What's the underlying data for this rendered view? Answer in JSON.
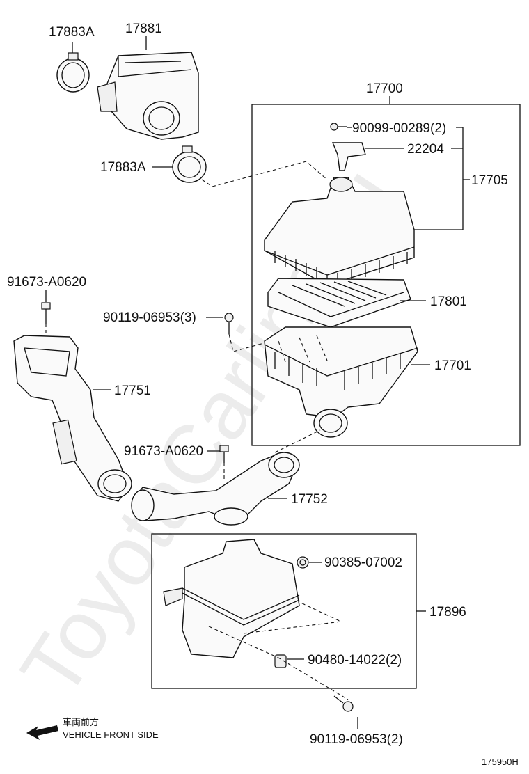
{
  "watermark": "ToyotaCarline.ru",
  "diagram_id": "175950H",
  "direction": {
    "jp": "車両前方",
    "en": "VEHICLE FRONT SIDE"
  },
  "labels": {
    "p17883A_top": "17883A",
    "p17881": "17881",
    "p17883A_mid": "17883A",
    "p17700": "17700",
    "p90099": "90099-00289(2)",
    "p22204": "22204",
    "p17705": "17705",
    "p91673_top": "91673-A0620",
    "p90119_mid": "90119-06953(3)",
    "p17801": "17801",
    "p17701": "17701",
    "p17751": "17751",
    "p91673_mid": "91673-A0620",
    "p17752": "17752",
    "p90385": "90385-07002",
    "p17896": "17896",
    "p90480": "90480-14022(2)",
    "p90119_bot": "90119-06953(2)"
  }
}
